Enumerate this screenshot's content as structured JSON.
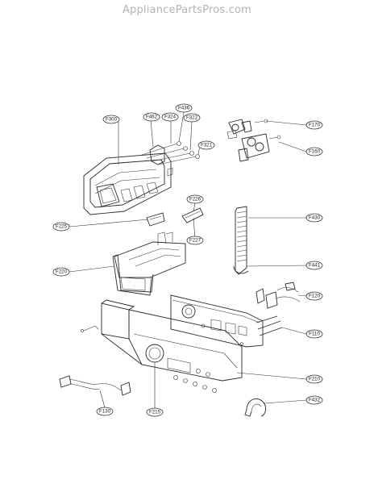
{
  "watermark": "AppliancePartsPros.com",
  "callouts": {
    "f300": "F300",
    "f462": "F462",
    "f324": "F324",
    "f436": "F436",
    "f322": "F322",
    "f321": "F321",
    "f170": "F170",
    "f160": "F160",
    "f226": "F226",
    "f225": "F225",
    "f227": "F227",
    "f430": "F430",
    "f220": "F220",
    "f441": "F441",
    "f120": "F120",
    "f110": "F110",
    "f210": "F210",
    "f130": "F130",
    "f215": "F215",
    "f432": "F432"
  }
}
